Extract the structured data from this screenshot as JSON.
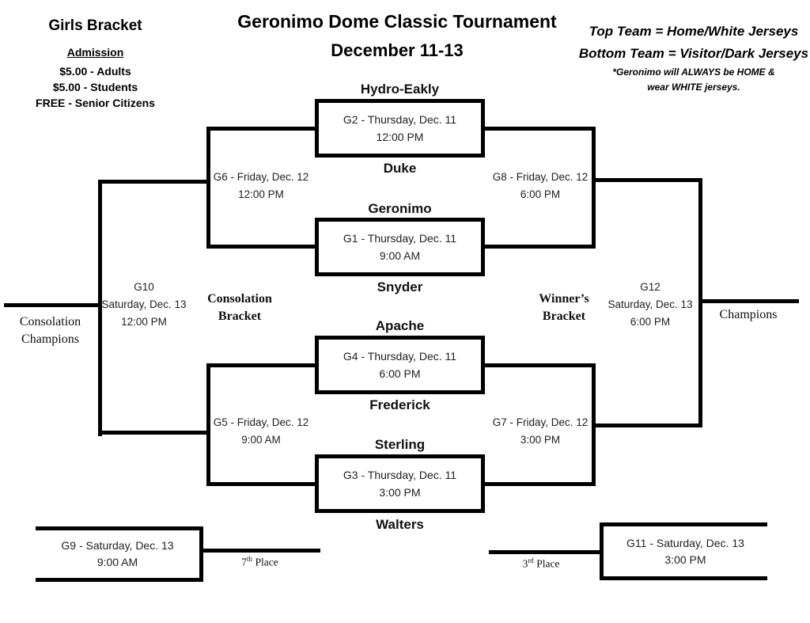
{
  "info": {
    "bracket_title": "Girls Bracket",
    "admission_heading": "Admission",
    "admission_items": [
      "$5.00 - Adults",
      "$5.00 - Students",
      "FREE - Senior Citizens"
    ]
  },
  "header": {
    "title": "Geronimo Dome Classic Tournament",
    "dates": "December 11-13"
  },
  "notes": {
    "line1": "Top Team = Home/White Jerseys",
    "line2": "Bottom Team = Visitor/Dark Jerseys",
    "line3": "*Geronimo will ALWAYS be HOME &",
    "line4": "wear WHITE jerseys."
  },
  "games": {
    "g1": {
      "label": "G1 - Thursday, Dec. 11",
      "time": "9:00 AM",
      "top_team": "Geronimo",
      "bottom_team": "Snyder"
    },
    "g2": {
      "label": "G2 - Thursday, Dec. 11",
      "time": "12:00 PM",
      "top_team": "Hydro-Eakly",
      "bottom_team": "Duke"
    },
    "g3": {
      "label": "G3 - Thursday, Dec. 11",
      "time": "3:00 PM",
      "top_team": "Sterling",
      "bottom_team": "Walters"
    },
    "g4": {
      "label": "G4 - Thursday, Dec. 11",
      "time": "6:00 PM",
      "top_team": "Apache",
      "bottom_team": "Frederick"
    },
    "g5": {
      "label": "G5 - Friday, Dec. 12",
      "time": "9:00 AM"
    },
    "g6": {
      "label": "G6 - Friday, Dec. 12",
      "time": "12:00 PM"
    },
    "g7": {
      "label": "G7 - Friday, Dec. 12",
      "time": "3:00 PM"
    },
    "g8": {
      "label": "G8 - Friday, Dec. 12",
      "time": "6:00 PM"
    },
    "g9": {
      "label": "G9 - Saturday, Dec. 13",
      "time": "9:00 AM"
    },
    "g10": {
      "name": "G10",
      "date": "Saturday, Dec. 13",
      "time": "12:00 PM"
    },
    "g11": {
      "label": "G11 - Saturday, Dec. 13",
      "time": "3:00 PM"
    },
    "g12": {
      "name": "G12",
      "date": "Saturday, Dec. 13",
      "time": "6:00 PM"
    }
  },
  "labels": {
    "consolation_bracket": [
      "Consolation",
      "Bracket"
    ],
    "winners_bracket": [
      "Winner’s",
      "Bracket"
    ],
    "consolation_champions": [
      "Consolation",
      "Champions"
    ],
    "champions": "Champions"
  },
  "places": {
    "seventh": {
      "num": "7",
      "sup": "th",
      "rest": " Place"
    },
    "third": {
      "num": "3",
      "sup": "rd",
      "rest": " Place"
    }
  },
  "colors": {
    "line": "#000000",
    "text": "#212121",
    "background": "#ffffff"
  }
}
